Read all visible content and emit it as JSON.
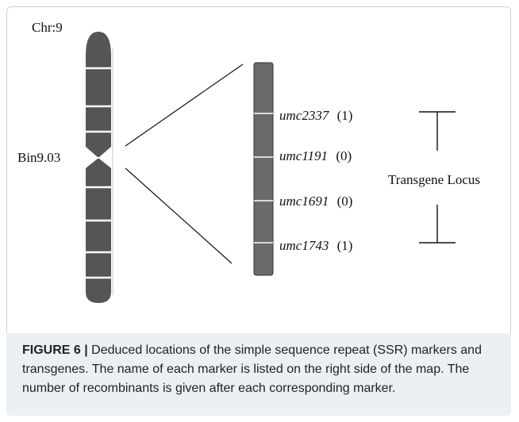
{
  "figure": {
    "chromosome_label": "Chr:9",
    "bin_label": "Bin9.03",
    "locus_label": "Transgene Locus",
    "markers": [
      {
        "name": "umc2337",
        "recombinants": "(1)"
      },
      {
        "name": "umc1191",
        "recombinants": "(0)"
      },
      {
        "name": "umc1691",
        "recombinants": "(0)"
      },
      {
        "name": "umc1743",
        "recombinants": "(1)"
      }
    ]
  },
  "caption": {
    "label": "FIGURE 6 |",
    "text": " Deduced locations of the simple sequence repeat (SSR) markers and transgenes. The name of each marker is listed on the right side of the map. The number of recombinants is given after each corresponding marker."
  }
}
